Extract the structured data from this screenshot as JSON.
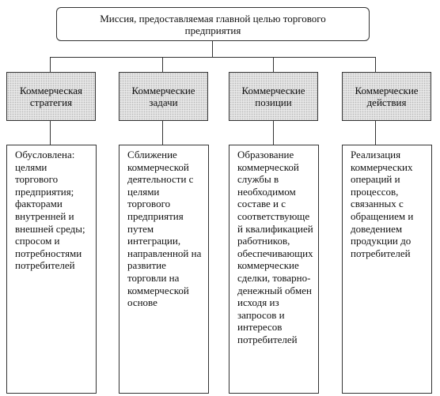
{
  "mission": "Миссия, предоставляемая главной целью торгового предприятия",
  "columns": [
    {
      "header": "Коммерческая стратегия",
      "description": "Обусловлена: целями торгового предприятия; факторами внутренней и внешней среды; спросом и потребностями потребителей"
    },
    {
      "header": "Коммерческие задачи",
      "description": "Сближение коммерческой деятельности с целями торгового предприятия путем интеграции, направленной на развитие торговли на коммерческой основе"
    },
    {
      "header": "Коммерческие позиции",
      "description": "Образование коммерческой службы в необходимом составе и с соответствующей квалификацией работников, обеспечивающих коммерческие сделки, товарно-денежный обмен исходя из запросов и интересов потребителей"
    },
    {
      "header": "Коммерческие действия",
      "description": "Реализация коммерческих операций и процессов, связанных с обращением и доведением продукции до потребителей"
    }
  ]
}
